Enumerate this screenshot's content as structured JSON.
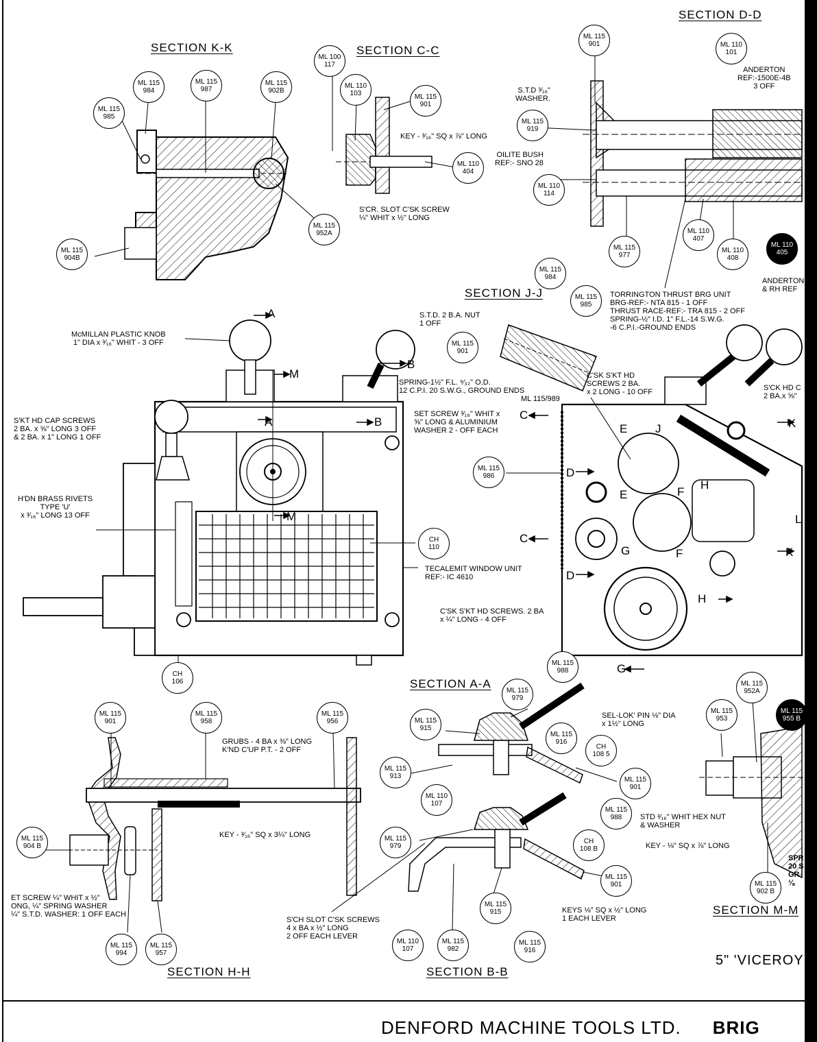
{
  "footer": {
    "company": "DENFORD MACHINE TOOLS LTD.",
    "location": "BRIG"
  },
  "title": "5\" 'VICEROY",
  "headings": {
    "kk": "SECTION  K-K",
    "cc": "SECTION  C-C",
    "dd": "SECTION  D-D",
    "jj": "SECTION  J-J",
    "aa": "SECTION  A-A",
    "hh": "SECTION  H-H",
    "bb": "SECTION  B-B",
    "mm": "SECTION  M-M"
  },
  "bubbles": [
    {
      "l1": "ML 115",
      "l2": "984"
    },
    {
      "l1": "ML 115",
      "l2": "987"
    },
    {
      "l1": "ML 115",
      "l2": "902B"
    },
    {
      "l1": "ML 115",
      "l2": "985"
    },
    {
      "l1": "ML 115",
      "l2": "952A"
    },
    {
      "l1": "ML 115",
      "l2": "904B"
    },
    {
      "l1": "ML 100",
      "l2": "117"
    },
    {
      "l1": "ML 110",
      "l2": "103"
    },
    {
      "l1": "ML 115",
      "l2": "901"
    },
    {
      "l1": "ML 110",
      "l2": "404"
    },
    {
      "l1": "ML 115",
      "l2": "901"
    },
    {
      "l1": "ML 110",
      "l2": "101"
    },
    {
      "l1": "ML 115",
      "l2": "919"
    },
    {
      "l1": "ML 110",
      "l2": "114"
    },
    {
      "l1": "ML 115",
      "l2": "977"
    },
    {
      "l1": "ML 110",
      "l2": "407"
    },
    {
      "l1": "ML 110",
      "l2": "408"
    },
    {
      "l1": "ML 110",
      "l2": "405"
    },
    {
      "l1": "ML 115",
      "l2": "984"
    },
    {
      "l1": "ML 115",
      "l2": "985"
    },
    {
      "l1": "ML 115",
      "l2": "901"
    },
    {
      "l1": "ML 115",
      "l2": "986"
    },
    {
      "l1": "CH",
      "l2": "110"
    },
    {
      "l1": "CH",
      "l2": "106"
    },
    {
      "l1": "ML 115",
      "l2": "988"
    },
    {
      "l1": "ML 115",
      "l2": "979"
    },
    {
      "l1": "ML 115",
      "l2": "915"
    },
    {
      "l1": "ML 115",
      "l2": "916"
    },
    {
      "l1": "CH",
      "l2": "108 5"
    },
    {
      "l1": "ML 115",
      "l2": "913"
    },
    {
      "l1": "ML 110",
      "l2": "107"
    },
    {
      "l1": "ML 115",
      "l2": "901"
    },
    {
      "l1": "ML 115",
      "l2": "988"
    },
    {
      "l1": "ML 115",
      "l2": "979"
    },
    {
      "l1": "CH",
      "l2": "108 B"
    },
    {
      "l1": "ML 115",
      "l2": "901"
    },
    {
      "l1": "ML 115",
      "l2": "915"
    },
    {
      "l1": "ML 110",
      "l2": "107"
    },
    {
      "l1": "ML 115",
      "l2": "982"
    },
    {
      "l1": "ML 115",
      "l2": "916"
    },
    {
      "l1": "ML 115",
      "l2": "952A"
    },
    {
      "l1": "ML 115",
      "l2": "953"
    },
    {
      "l1": "ML 115",
      "l2": "955 B"
    },
    {
      "l1": "ML 115",
      "l2": "902 B"
    },
    {
      "l1": "ML 115",
      "l2": "901"
    },
    {
      "l1": "ML 115",
      "l2": "958"
    },
    {
      "l1": "ML 115",
      "l2": "956"
    },
    {
      "l1": "ML 115",
      "l2": "904 B"
    },
    {
      "l1": "ML 115",
      "l2": "994"
    },
    {
      "l1": "ML 115",
      "l2": "957"
    }
  ],
  "notes": {
    "key_cc": "KEY - ³⁄₁₆\" SQ x ⅞\" LONG",
    "screw_cc": "S'CR. SLOT C'SK SCREW\n¼\" WHIT x ½\" LONG",
    "std_washer": "S.T.D ³⁄₁₆\"\nWASHER.",
    "oilite": "OILITE BUSH\nREF:- SNO 28",
    "anderton_top": "ANDERTON\nREF:-1500E-4B\n3 OFF",
    "anderton_mid": "ANDERTON\n& RH REF",
    "torrington": "TORRINGTON THRUST BRG UNIT\nBRG-REF:- NTA 815 - 1 OFF\nTHRUST RACE-REF:- TRA 815 - 2 OFF\nSPRING-½\" I.D. 1\" F.L.-14 S.W.G.\n-6 C.P.I.-GROUND ENDS",
    "std_nut": "S.T.D. 2 B.A. NUT\n1 OFF",
    "spring_jj": "SPRING-1½\" F.L. ⁹⁄₃₂\" O.D.\n12 C.P.I. 20 S.W.G., GROUND ENDS",
    "ml115_989": "ML 115/989",
    "csk_screws": "C'SK S'KT HD\nSCREWS 2 BA.\nx 2 LONG - 10 OFF",
    "sck_hd": "S'CK HD C\n2 BA.x ⅝\"",
    "knob": "McMILLAN PLASTIC KNOB\n1\" DIA x ³⁄₁₆\" WHIT - 3 OFF",
    "cap_screws": "S'KT HD CAP SCREWS\n2 BA. x ⅝\" LONG 3 OFF\n& 2 BA. x 1\" LONG 1 OFF",
    "set_screw": "SET SCREW ³⁄₁₆\" WHIT x\n⅝\" LONG & ALUMINIUM\nWASHER 2 - OFF EACH",
    "rivets": "H'DN BRASS RIVETS\nTYPE 'U'\nx ³⁄₁₆\" LONG 13 OFF",
    "tecalemit": "TECALEMIT WINDOW UNIT\nREF:- IC 4610",
    "csk_4off": "C'SK S'KT HD SCREWS. 2 BA\nx ¼\" LONG - 4 OFF",
    "sel_lok": "SEL-LOK' PIN ⅛\" DIA\nx 1½\" LONG",
    "keys_bb": "KEYS ⅛\" SQ x ½\" LONG\n1 EACH LEVER",
    "sch_slot": "S'CH SLOT C'SK SCREWS\n4 x BA x ½\" LONG\n2 OFF EACH LEVER",
    "grubs": "GRUBS - 4 BA x ⅜\" LONG\nK'ND C'UP P.T. - 2 OFF",
    "key_hh": "KEY - ³⁄₁₆\" SQ x 3¼\" LONG",
    "set_screw_hh": "ET SCREW ¼\" WHIT x ½\"\nONG, ¼\" SPRING WASHER\n¼\" S.T.D. WASHER: 1 OFF EACH",
    "std_hex": "STD ³⁄₁₆\" WHIT HEX NUT\n& WASHER",
    "key_mm": "KEY - ⅛\" SQ x ⅞\" LONG",
    "spr_mm": "SPR\n20 S\nGR\n⅛"
  },
  "labels": {
    "A": "A",
    "B": "B",
    "M": "M",
    "C": "C",
    "D": "D",
    "E": "E",
    "F": "F",
    "G": "G",
    "H": "H",
    "J": "J",
    "K": "K",
    "L": "L"
  }
}
